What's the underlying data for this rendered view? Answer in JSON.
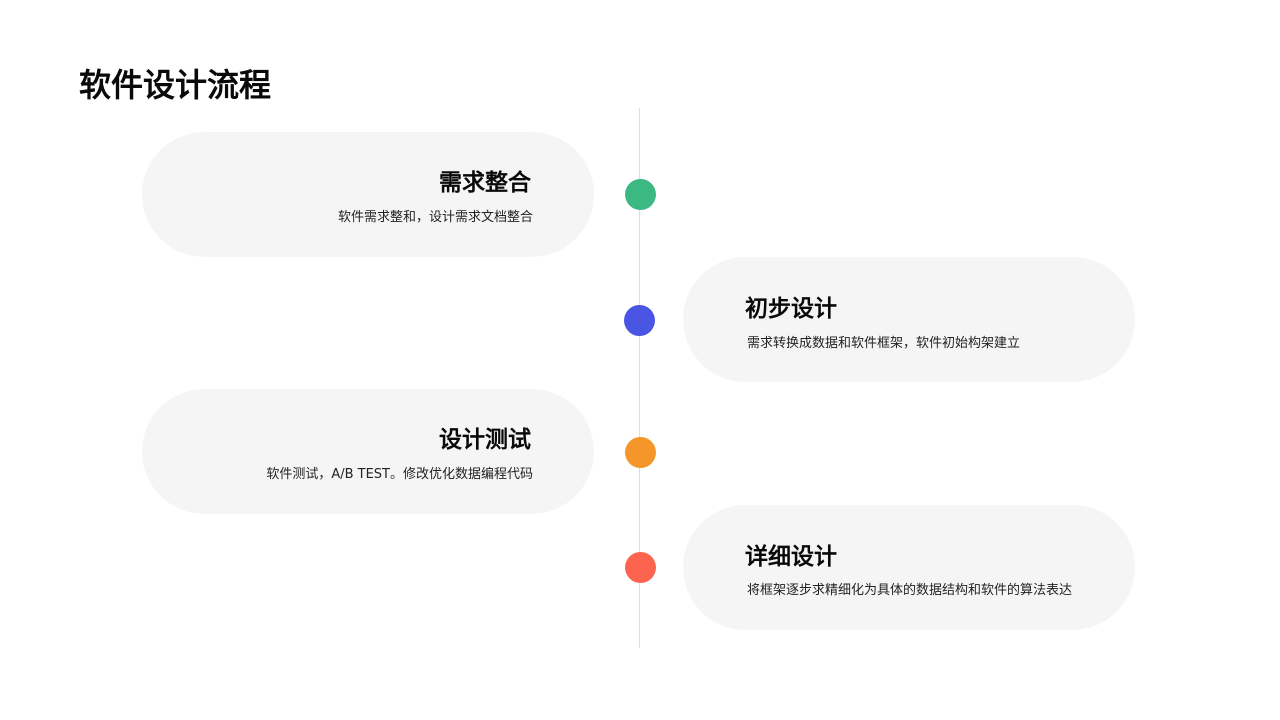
{
  "page": {
    "title": "软件设计流程"
  },
  "timeline": {
    "line_color": "#dedede",
    "steps": [
      {
        "title": "需求整合",
        "description": "软件需求整和，设计需求文档整合",
        "side": "left",
        "dot_color": "#3cb882"
      },
      {
        "title": "初步设计",
        "description": "需求转换成数据和软件框架，软件初始构架建立",
        "side": "right",
        "dot_color": "#4b55e3"
      },
      {
        "title": "设计测试",
        "description": "软件测试，A/B TEST。修改优化数据编程代码",
        "side": "left",
        "dot_color": "#f5962a"
      },
      {
        "title": "详细设计",
        "description": "将框架逐步求精细化为具体的数据结构和软件的算法表达",
        "side": "right",
        "dot_color": "#fd6450"
      }
    ]
  }
}
